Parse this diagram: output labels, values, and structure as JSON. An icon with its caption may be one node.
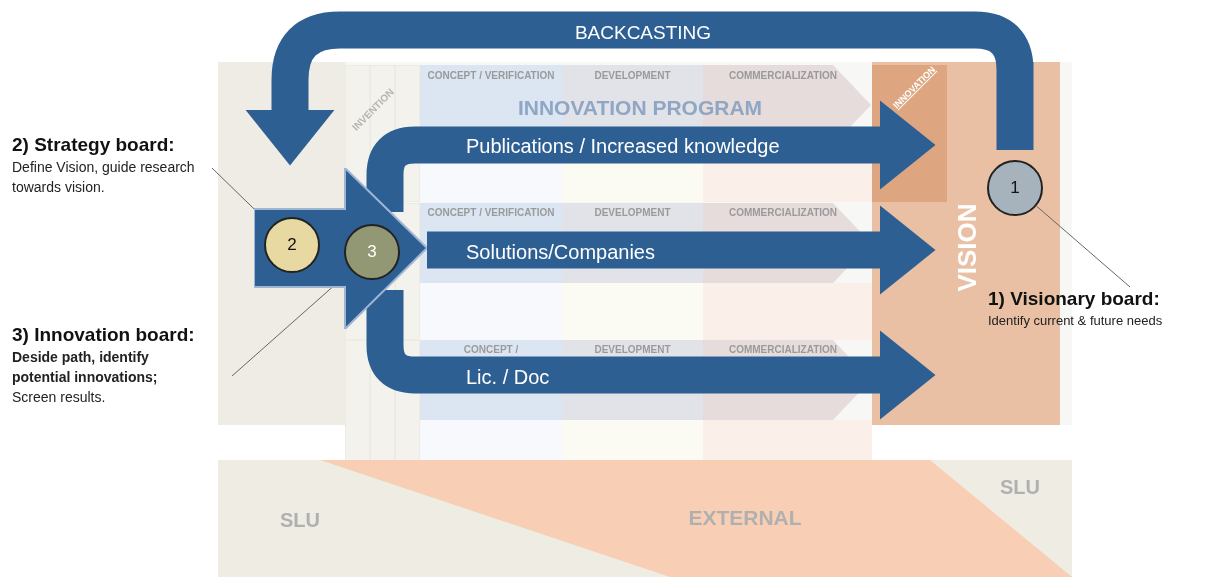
{
  "diagram": {
    "nodes": [
      {
        "text": [
          "2) Strategy board:",
          "Define Vision, guide research towards vision."
        ]
      },
      {
        "text": [
          "3) Innovation board:",
          "**Deside path, identify potential innovations;** Screen results."
        ]
      },
      {
        "text": [
          "1) Visionary board:",
          "Identify current & future needs"
        ]
      },
      {
        "text": [],
        "shape": "arrow"
      },
      {
        "text": [
          "2"
        ],
        "in": 3
      },
      {
        "text": [
          "3"
        ],
        "in": 3
      },
      {
        "text": [
          "VISION"
        ]
      },
      {
        "text": [
          "1"
        ],
        "in": 6
      }
    ],
    "edges": [
      {
        "from": 6,
        "to": 3,
        "arrow": "to",
        "label": "BACKCASTING"
      },
      {
        "from": 3,
        "to": 6,
        "arrow": "to",
        "label": "Publications / Increased knowledge"
      },
      {
        "from": 3,
        "to": 6,
        "arrow": "to",
        "label": "Solutions/Companies"
      },
      {
        "from": 3,
        "to": 6,
        "arrow": "to",
        "label": "Lic. / Doc"
      },
      {
        "from": 0,
        "to": 4,
        "arrow": "none",
        "color": "#666666"
      },
      {
        "from": 1,
        "to": 5,
        "arrow": "none",
        "color": "#666666"
      },
      {
        "from": 2,
        "to": 7,
        "arrow": "none",
        "color": "#666666"
      }
    ],
    "labels": [
      "INVENTION",
      "CONCEPT / VERIFICATION",
      "DEVELOPMENT",
      "COMMERCIALIZATION",
      "INNOVATION PROGRAM",
      "INNOVATION",
      "CONCEPT / VERIFICATION",
      "DEVELOPMENT",
      "COMMERCIALIZATION",
      "CONCEPT /",
      "DEVELOPMENT",
      "COMMERCIALIZATION",
      "SLU",
      "EXTERNAL",
      "SLU"
    ]
  }
}
